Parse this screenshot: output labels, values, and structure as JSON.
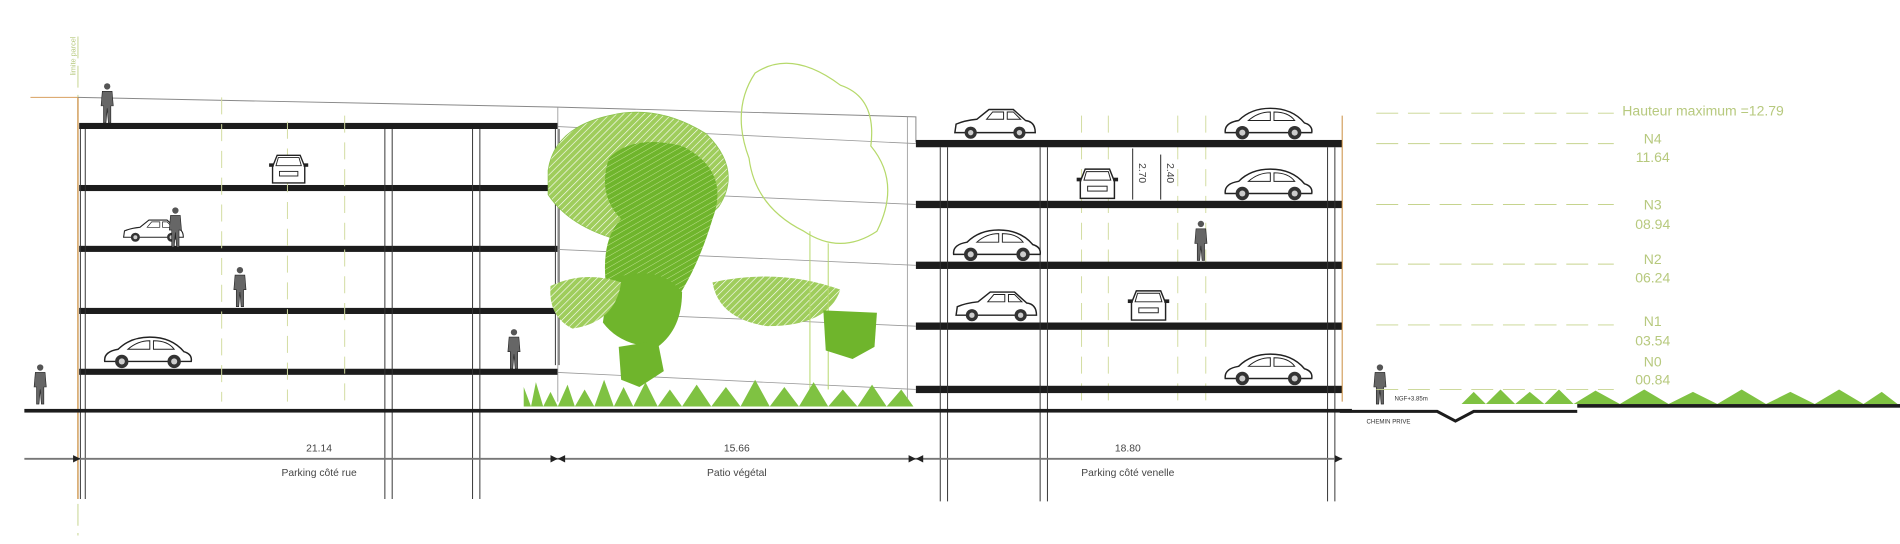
{
  "title_annotation": "limite parcel",
  "max_height_label": "Hauteur maximum =12.79",
  "levels": [
    {
      "name": "N4",
      "elevation": "11.64"
    },
    {
      "name": "N3",
      "elevation": "08.94"
    },
    {
      "name": "N2",
      "elevation": "06.24"
    },
    {
      "name": "N1",
      "elevation": "03.54"
    },
    {
      "name": "N0",
      "elevation": "00.84"
    }
  ],
  "heights": {
    "floor_to_floor": "2.70",
    "clear_height": "2.40"
  },
  "zones": [
    {
      "length": "21.14",
      "label": "Parking côté rue"
    },
    {
      "length": "15.66",
      "label": "Patio végétal"
    },
    {
      "length": "18.80",
      "label": "Parking côté venelle"
    }
  ],
  "ground": {
    "ngf_label": "NGF+3.85m",
    "path_label": "CHEMIN PRIVE"
  },
  "colors": {
    "annotation_green": "#b7c97e",
    "vegetation_dark": "#6fb52c",
    "vegetation_light": "#a8d26a",
    "slab": "#1c1c1c",
    "limit_line": "#c98a3a"
  }
}
